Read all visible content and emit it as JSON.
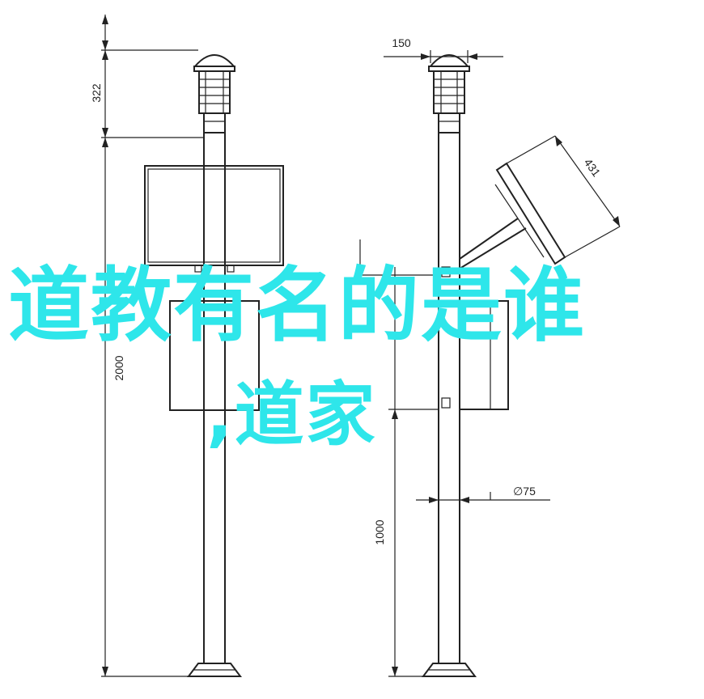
{
  "colors": {
    "line": "#222222",
    "background": "#ffffff",
    "headline": "#2ee6ea"
  },
  "dimensions": {
    "sensor_head_height": "322",
    "total_height": "2000",
    "head_width": "150",
    "panel_width": "431",
    "lower_height": "1000",
    "pole_diameter": "∅75"
  },
  "headline": {
    "line1": "道教有名的是谁",
    "line2": ",道家"
  }
}
